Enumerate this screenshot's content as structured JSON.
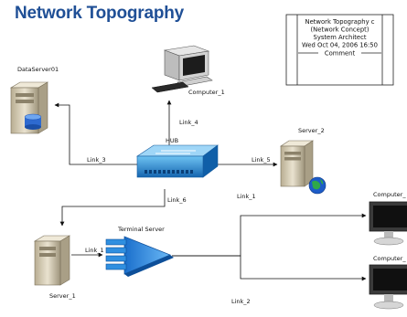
{
  "diagram": {
    "title": "Network Topography",
    "title_block": {
      "lines": [
        "Network Topography c",
        "(Network Concept)",
        "System Architect",
        "Wed Oct 04, 2006  16:50"
      ],
      "comment": "Comment"
    },
    "nodes": {
      "dataserver01": "DataServer01",
      "computer_1": "Computer_1",
      "hub": "HUB",
      "server_2": "Server_2",
      "terminal_server": "Terminal Server",
      "server_1": "Server_1",
      "computer_top": "Computer_",
      "computer_bottom": "Computer_"
    },
    "links": {
      "link_3": "Link_3",
      "link_4": "Link_4",
      "link_5": "Link_5",
      "link_6": "Link_6",
      "link_1a": "Link_1",
      "link_1b": "Link_1",
      "link_2": "Link_2"
    },
    "colors": {
      "title": "#1f4f96",
      "hub": "#1e90d6",
      "terminal": "#2f8fe0",
      "server_body": "#d8cfb8"
    }
  }
}
